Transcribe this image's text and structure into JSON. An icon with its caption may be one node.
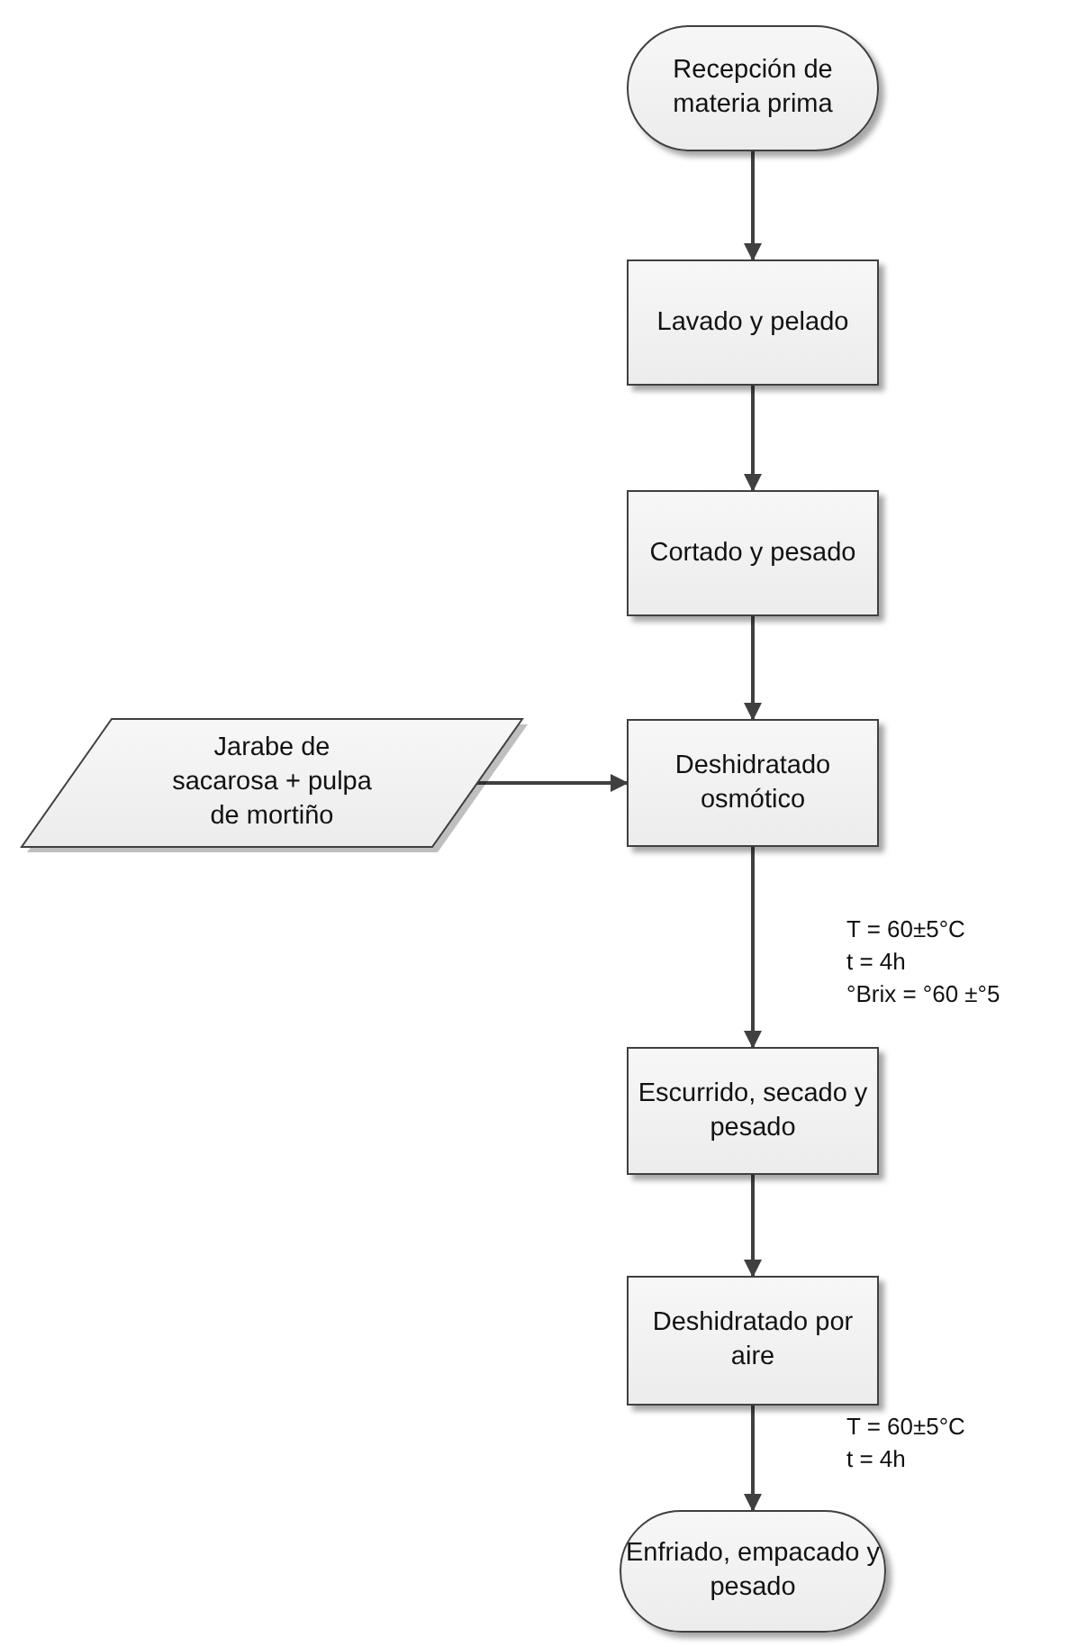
{
  "diagram": {
    "nodes": [
      {
        "text": [
          "Recepción de materia prima"
        ]
      },
      {
        "text": [
          "Lavado y pelado"
        ]
      },
      {
        "text": [
          "Cortado y pesado"
        ]
      },
      {
        "text": [
          "Deshidratado osmótico"
        ]
      },
      {
        "text": [
          "Jarabe de sacarosa + pulpa de mortiño"
        ]
      },
      {
        "text": [
          "Escurrido, secado y pesado"
        ]
      },
      {
        "text": [
          "Deshidratado por aire"
        ]
      },
      {
        "text": [
          "Enfriado, empacado y pesado"
        ]
      }
    ],
    "edges": [
      {
        "from": 0,
        "to": 1,
        "arrow": "to"
      },
      {
        "from": 1,
        "to": 2,
        "arrow": "to"
      },
      {
        "from": 2,
        "to": 3,
        "arrow": "to"
      },
      {
        "from": 4,
        "to": 3,
        "arrow": "to"
      },
      {
        "from": 3,
        "to": 5,
        "arrow": "to"
      },
      {
        "from": 5,
        "to": 6,
        "arrow": "to"
      },
      {
        "from": 6,
        "to": 7,
        "arrow": "to"
      }
    ],
    "labels": [
      "T = 60±5°C",
      "t = 4h",
      "°Brix = °60 ±°5",
      "T = 60±5°C",
      "t = 4h"
    ]
  }
}
